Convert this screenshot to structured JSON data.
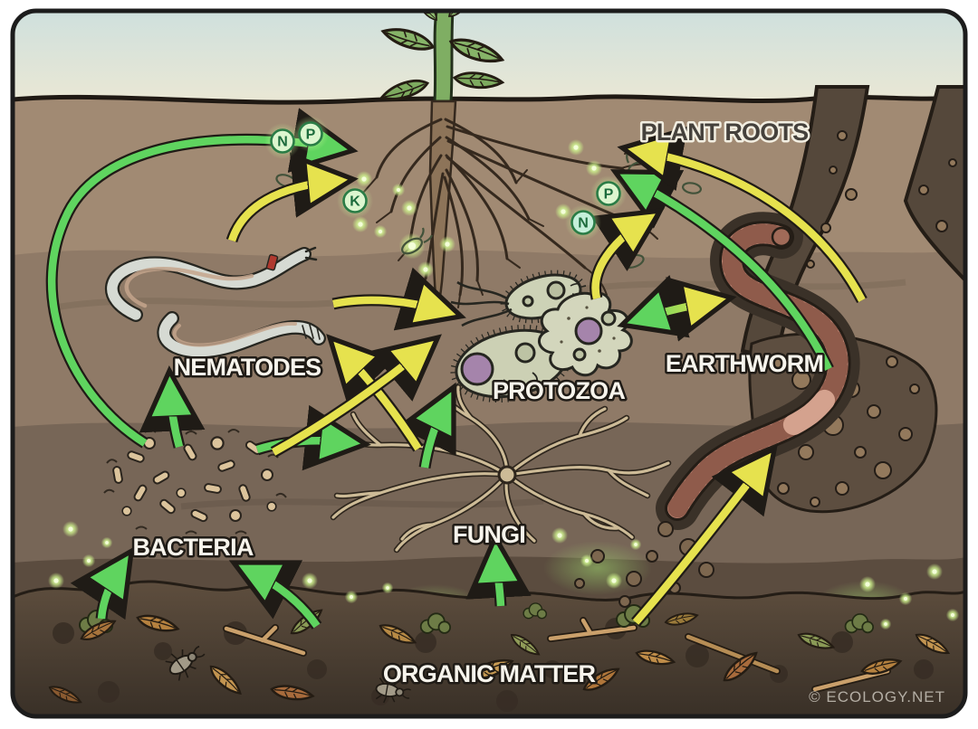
{
  "diagram": {
    "type": "soil-food-web-illustration",
    "watermark": "© ECOLOGY.NET",
    "nodes": [
      {
        "id": "plant-roots",
        "label": "PLANT ROOTS"
      },
      {
        "id": "nematodes",
        "label": "NEMATODES"
      },
      {
        "id": "protozoa",
        "label": "PROTOZOA"
      },
      {
        "id": "earthworm",
        "label": "EARTHWORM"
      },
      {
        "id": "bacteria",
        "label": "BACTERIA"
      },
      {
        "id": "fungi",
        "label": "FUNGI"
      },
      {
        "id": "organic-matter",
        "label": "ORGANIC MATTER"
      }
    ],
    "nutrient_badges": [
      {
        "label": "N",
        "position": "upper-left-near-roots"
      },
      {
        "label": "P",
        "position": "upper-left-near-roots"
      },
      {
        "label": "K",
        "position": "upper-left-near-roots"
      },
      {
        "label": "P",
        "position": "upper-right-near-roots"
      },
      {
        "label": "N",
        "position": "upper-right-near-roots"
      }
    ],
    "edges": [
      {
        "from": "organic-matter",
        "to": "bacteria",
        "color": "green"
      },
      {
        "from": "organic-matter",
        "to": "bacteria",
        "color": "green"
      },
      {
        "from": "organic-matter",
        "to": "fungi",
        "color": "green"
      },
      {
        "from": "organic-matter",
        "to": "earthworm",
        "color": "yellow"
      },
      {
        "from": "bacteria",
        "to": "nematodes",
        "color": "green"
      },
      {
        "from": "bacteria",
        "to": "fungi",
        "color": "green"
      },
      {
        "from": "bacteria",
        "to": "protozoa",
        "color": "yellow"
      },
      {
        "from": "fungi",
        "to": "nematodes",
        "color": "yellow"
      },
      {
        "from": "fungi",
        "to": "protozoa",
        "color": "green"
      },
      {
        "from": "nematodes",
        "to": "protozoa",
        "color": "yellow"
      },
      {
        "from": "nematodes",
        "to": "plant-roots",
        "color": "yellow"
      },
      {
        "from": "bacteria",
        "to": "plant-roots",
        "color": "green"
      },
      {
        "from": "protozoa",
        "to": "plant-roots",
        "color": "yellow"
      },
      {
        "from": "earthworm",
        "to": "plant-roots",
        "color": "green"
      },
      {
        "from": "earthworm",
        "to": "plant-roots",
        "color": "yellow"
      },
      {
        "from": "protozoa",
        "to": "earthworm",
        "color": "green-yellow",
        "bidirectional": true
      }
    ],
    "colors": {
      "arrow_green": "#5fd45f",
      "arrow_yellow": "#e6e24e",
      "badge_fill": "#dcf6cf",
      "badge_ring": "#2a7c46",
      "sky_top": "#cfe0dd",
      "soil_top": "#a18a73",
      "soil_bottom": "#393027"
    }
  }
}
